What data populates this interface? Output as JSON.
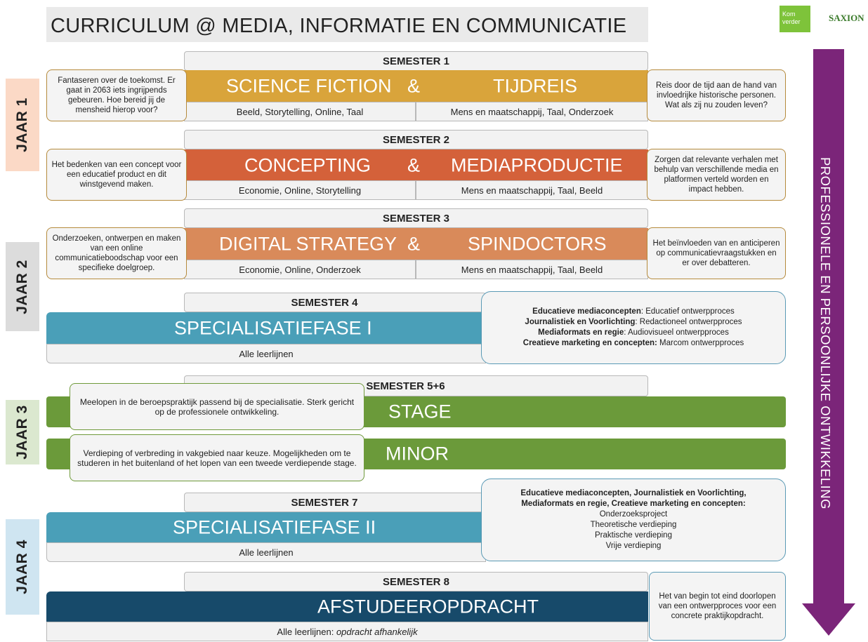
{
  "title": "CURRICULUM @ MEDIA, INFORMATIE EN COMMUNICATIE",
  "logos": {
    "kom_verder": "Kom\nverder",
    "saxion": "SAXION"
  },
  "arrow_label": "PROFESSIONELE EN PERSOONLIJKE ONTWIKKELING",
  "years": [
    "JAAR 1",
    "JAAR 2",
    "JAAR 3",
    "JAAR 4"
  ],
  "amp": "&",
  "semesters": {
    "s1": {
      "label": "SEMESTER 1",
      "left_title": "SCIENCE FICTION",
      "right_title": "TIJDREIS",
      "left_sub": "Beeld, Storytelling, Online, Taal",
      "right_sub": "Mens en maatschappij, Taal, Onderzoek",
      "left_note": "Fantaseren over de toekomst. Er gaat in 2063 iets ingrijpends gebeuren. Hoe bereid jij de mensheid hierop voor?",
      "right_note": "Reis door de tijd aan de hand van invloedrijke historische personen. Wat als zij nu zouden leven?"
    },
    "s2": {
      "label": "SEMESTER 2",
      "left_title": "CONCEPTING",
      "right_title": "MEDIAPRODUCTIE",
      "left_sub": "Economie, Online, Storytelling",
      "right_sub": "Mens en maatschappij, Taal, Beeld",
      "left_note": "Het bedenken van een concept voor een educatief product en dit winstgevend maken.",
      "right_note": "Zorgen dat relevante verhalen met behulp van verschillende media en platformen verteld worden en impact hebben."
    },
    "s3": {
      "label": "SEMESTER 3",
      "left_title": "DIGITAL STRATEGY",
      "right_title": "SPINDOCTORS",
      "left_sub": "Economie, Online, Onderzoek",
      "right_sub": "Mens en maatschappij, Taal, Beeld",
      "left_note": "Onderzoeken, ontwerpen en maken van een online communicatieboodschap voor een specifieke doelgroep.",
      "right_note": "Het beïnvloeden van en anticiperen op communicatievraagstukken en er over debatteren."
    },
    "s4": {
      "label": "SEMESTER 4",
      "title": "SPECIALISATIEFASE I",
      "sub": "Alle leerlijnen",
      "box": [
        {
          "bold": "Educatieve mediaconcepten",
          "rest": ": Educatief ontwerpproces"
        },
        {
          "bold": "Journalistiek en Voorlichting",
          "rest": ": Redactioneel ontwerpproces"
        },
        {
          "bold": "Mediaformats en regie",
          "rest": ": Audiovisueel ontwerpproces"
        },
        {
          "bold": "Creatieve marketing en concepten:",
          "rest": " Marcom ontwerpproces"
        }
      ]
    },
    "s56": {
      "label": "SEMESTER 5+6",
      "stage_title": "STAGE",
      "stage_note": "Meelopen in de beroepspraktijk passend bij de specialisatie. Sterk gericht op de professionele ontwikkeling.",
      "minor_title": "MINOR",
      "minor_note": "Verdieping of verbreding in vakgebied naar keuze. Mogelijkheden om te studeren in het buitenland of het lopen van een tweede verdiepende stage."
    },
    "s7": {
      "label": "SEMESTER 7",
      "title": "SPECIALISATIEFASE II",
      "sub": "Alle leerlijnen",
      "box_bold_1": "Educatieve mediaconcepten, Journalistiek en Voorlichting,",
      "box_bold_2": "Mediaformats en regie, Creatieve marketing en concepten:",
      "box_items": [
        "Onderzoeksproject",
        "Theoretische verdieping",
        "Praktische verdieping",
        "Vrije verdieping"
      ]
    },
    "s8": {
      "label": "SEMESTER 8",
      "title": "AFSTUDEEROPDRACHT",
      "sub_prefix": "Alle leerlijnen: ",
      "sub_italic": "opdracht afhankelijk",
      "note": "Het van begin tot eind doorlopen van een ontwerpproces voor een concrete praktijkopdracht."
    }
  },
  "colors": {
    "s1": "#d9a43b",
    "s2": "#d4613a",
    "s3": "#d98a5a",
    "spec": "#4a9fb8",
    "green": "#6b9a3a",
    "final": "#174a6a",
    "arrow": "#7b2579",
    "jaar1": "#fbd9c6",
    "jaar2": "#dcdcdc",
    "jaar3": "#dbe8cf",
    "jaar4": "#cfe5f1"
  }
}
